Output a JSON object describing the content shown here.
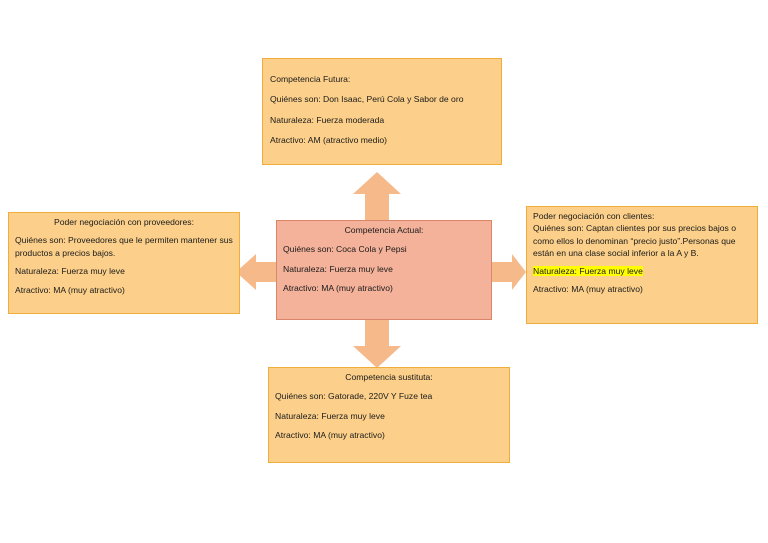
{
  "arrow_color": "#f6b98a",
  "box_color": "#fcd08a",
  "center_color": "#f4b29a",
  "highlight_color": "#ffff00",
  "top": {
    "title": "Competencia Futura:",
    "quienes": "Quiénes son:  Don Isaac, Perú Cola y Sabor de oro",
    "naturaleza": "Naturaleza: Fuerza moderada",
    "atractivo": "Atractivo: AM (atractivo medio)"
  },
  "left": {
    "title": "Poder negociación con proveedores:",
    "quienes": "Quiénes son:  Proveedores que le permiten mantener sus productos a precios bajos.",
    "naturaleza": "Naturaleza: Fuerza muy leve",
    "atractivo": "Atractivo: MA (muy atractivo)"
  },
  "center": {
    "title": "Competencia Actual:",
    "quienes": "Quiénes son:  Coca Cola y Pepsi",
    "naturaleza": "Naturaleza: Fuerza muy leve",
    "atractivo": "Atractivo: MA (muy atractivo)"
  },
  "right": {
    "title": "Poder negociación con clientes:",
    "quienes": "Quiénes son:  Captan clientes por sus precios bajos o como ellos lo denominan “precio justo”.Personas que están en una clase social inferior a la A y B.",
    "naturaleza": "Naturaleza: Fuerza muy leve",
    "atractivo": "Atractivo:  MA (muy atractivo)"
  },
  "bottom": {
    "title": "Competencia sustituta:",
    "quienes": "Quiénes son:  Gatorade, 220V Y Fuze tea",
    "naturaleza": "Naturaleza: Fuerza muy leve",
    "atractivo": "Atractivo: MA (muy atractivo)"
  }
}
